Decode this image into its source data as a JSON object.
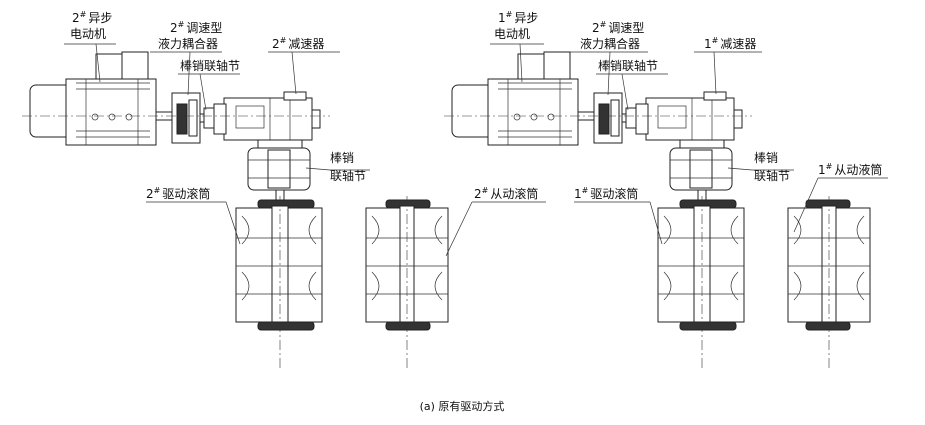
{
  "left_system": {
    "motor_label": [
      "2",
      "异步",
      "电动机"
    ],
    "coupler_label": [
      "2",
      "调速型",
      "液力耦合器"
    ],
    "pin_coupling_top": "棒销联轴节",
    "reducer_label": [
      "2",
      "减速器"
    ],
    "pin_coupling_side": [
      "棒销",
      "联轴节"
    ],
    "drive_drum": [
      "2",
      "驱动滚筒"
    ],
    "driven_drum": [
      "2",
      "从动滚筒"
    ]
  },
  "right_system": {
    "motor_label": [
      "1",
      "异步",
      "电动机"
    ],
    "coupler_label": [
      "2",
      "调速型",
      "液力耦合器"
    ],
    "pin_coupling_top": "棒销联轴节",
    "reducer_label": [
      "1",
      "减速器"
    ],
    "pin_coupling_side": [
      "棒销",
      "联轴节"
    ],
    "drive_drum": [
      "1",
      "驱动滚筒"
    ],
    "driven_drum": [
      "1",
      "从动液筒"
    ]
  },
  "superscript_mark": "#",
  "caption": "(a) 原有驱动方式"
}
